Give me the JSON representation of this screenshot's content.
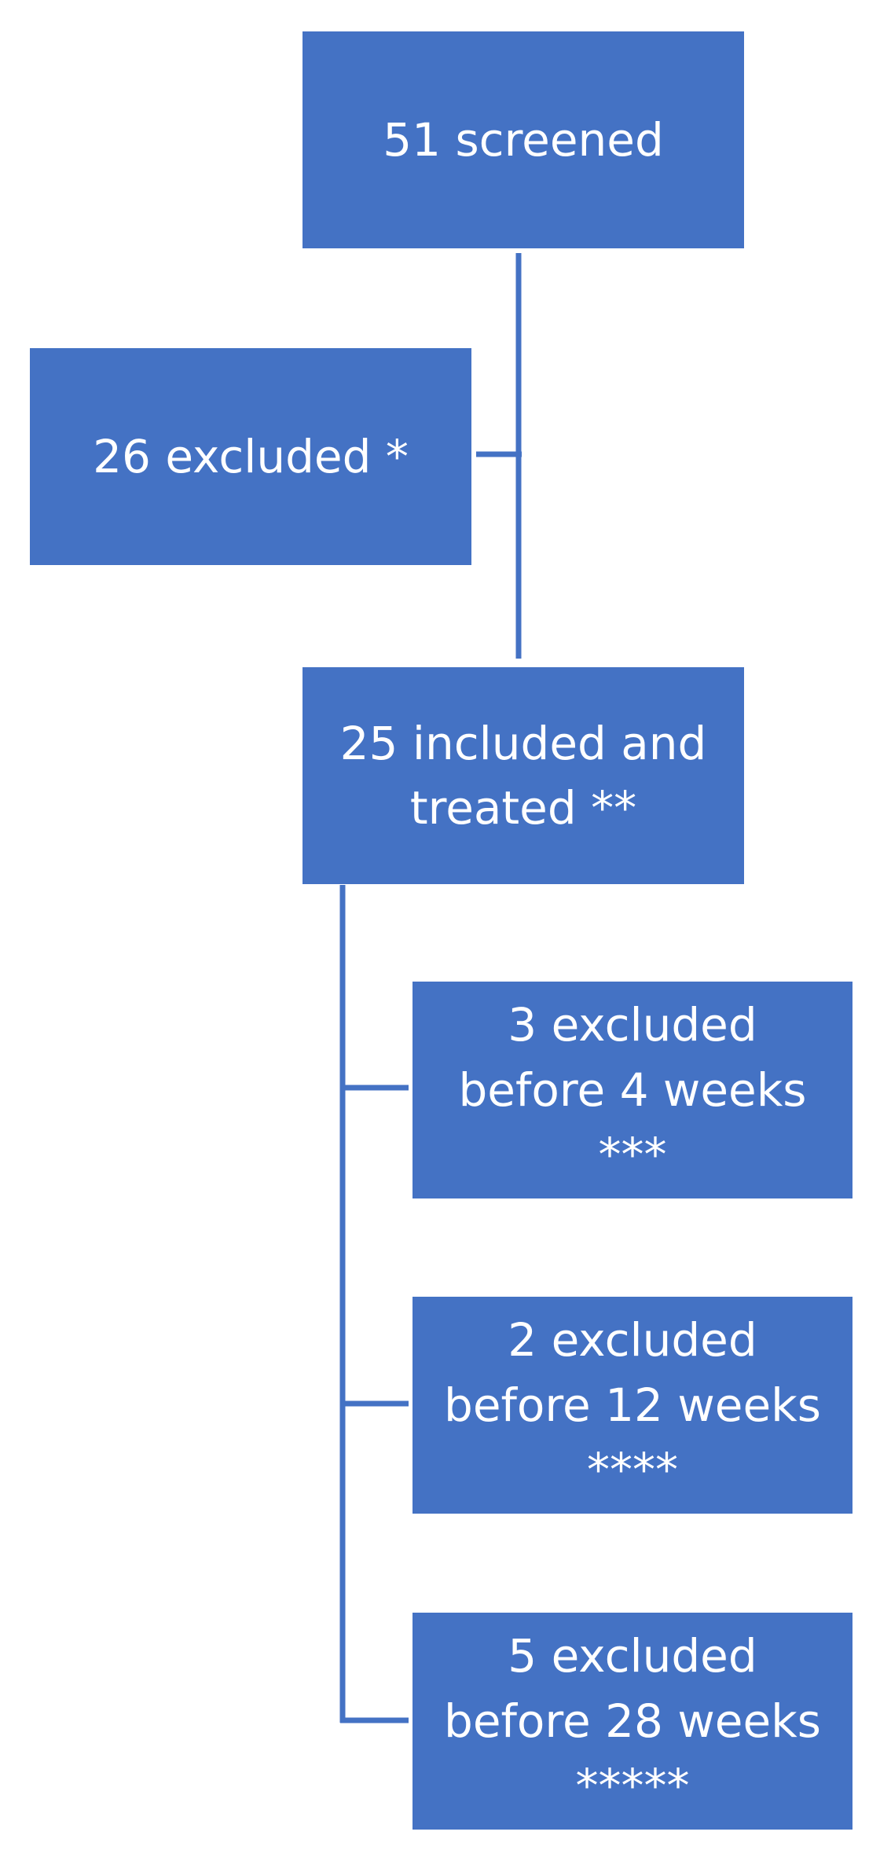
{
  "colors": {
    "box_fill": "#4472c4",
    "box_text": "#ffffff",
    "connector": "#4472c4"
  },
  "nodes": {
    "screened": {
      "lines": [
        "51 screened"
      ]
    },
    "excluded": {
      "lines": [
        "26 excluded *"
      ]
    },
    "included": {
      "lines": [
        "25 included and",
        "treated **"
      ]
    },
    "excluded_4w": {
      "lines": [
        "3 excluded",
        "before 4 weeks",
        "***"
      ]
    },
    "excluded_12w": {
      "lines": [
        "2 excluded",
        "before 12 weeks",
        "****"
      ]
    },
    "excluded_28w": {
      "lines": [
        "5 excluded",
        "before 28 weeks",
        "*****"
      ]
    }
  }
}
